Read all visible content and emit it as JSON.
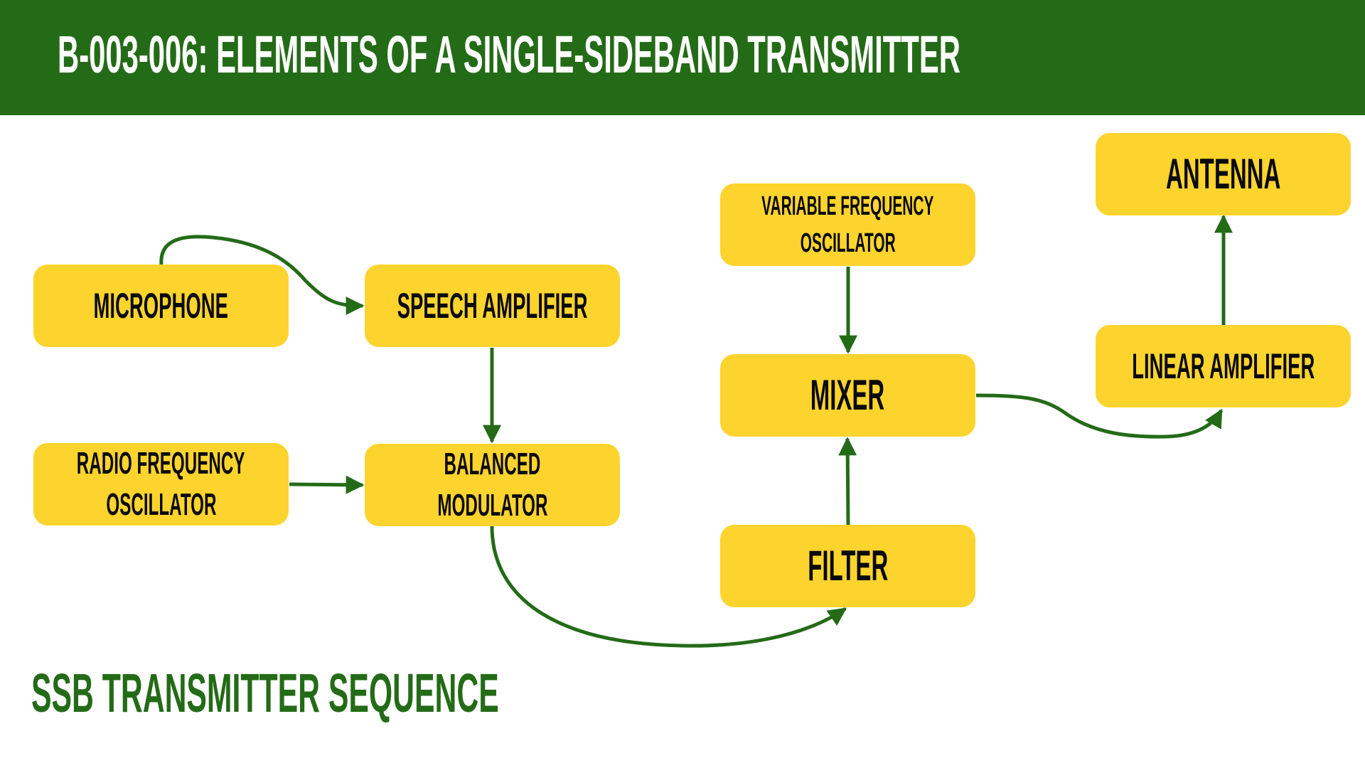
{
  "header": {
    "title": "B-003-006: ELEMENTS OF A SINGLE-SIDEBAND TRANSMITTER"
  },
  "colors": {
    "header_bg": "#246B17",
    "box_fill": "#FDD42E",
    "arrow": "#246B17",
    "footer_text": "#246B17"
  },
  "blocks": {
    "microphone": {
      "lines": [
        "MICROPHONE"
      ]
    },
    "speech_amplifier": {
      "lines": [
        "SPEECH AMPLIFIER"
      ]
    },
    "rf_oscillator": {
      "lines": [
        "RADIO FREQUENCY",
        "OSCILLATOR"
      ]
    },
    "balanced_modulator": {
      "lines": [
        "BALANCED",
        "MODULATOR"
      ]
    },
    "vfo": {
      "lines": [
        "VARIABLE FREQUENCY",
        "OSCILLATOR"
      ]
    },
    "mixer": {
      "lines": [
        "MIXER"
      ]
    },
    "filter": {
      "lines": [
        "FILTER"
      ]
    },
    "antenna": {
      "lines": [
        "ANTENNA"
      ]
    },
    "linear_amplifier": {
      "lines": [
        "LINEAR AMPLIFIER"
      ]
    }
  },
  "connections": [
    {
      "from": "MICROPHONE",
      "to": "SPEECH AMPLIFIER"
    },
    {
      "from": "SPEECH AMPLIFIER",
      "to": "BALANCED MODULATOR"
    },
    {
      "from": "RADIO FREQUENCY OSCILLATOR",
      "to": "BALANCED MODULATOR"
    },
    {
      "from": "BALANCED MODULATOR",
      "to": "FILTER"
    },
    {
      "from": "FILTER",
      "to": "MIXER"
    },
    {
      "from": "VARIABLE FREQUENCY OSCILLATOR",
      "to": "MIXER"
    },
    {
      "from": "MIXER",
      "to": "LINEAR AMPLIFIER"
    },
    {
      "from": "LINEAR AMPLIFIER",
      "to": "ANTENNA"
    }
  ],
  "footer": {
    "title": "SSB TRANSMITTER SEQUENCE"
  }
}
